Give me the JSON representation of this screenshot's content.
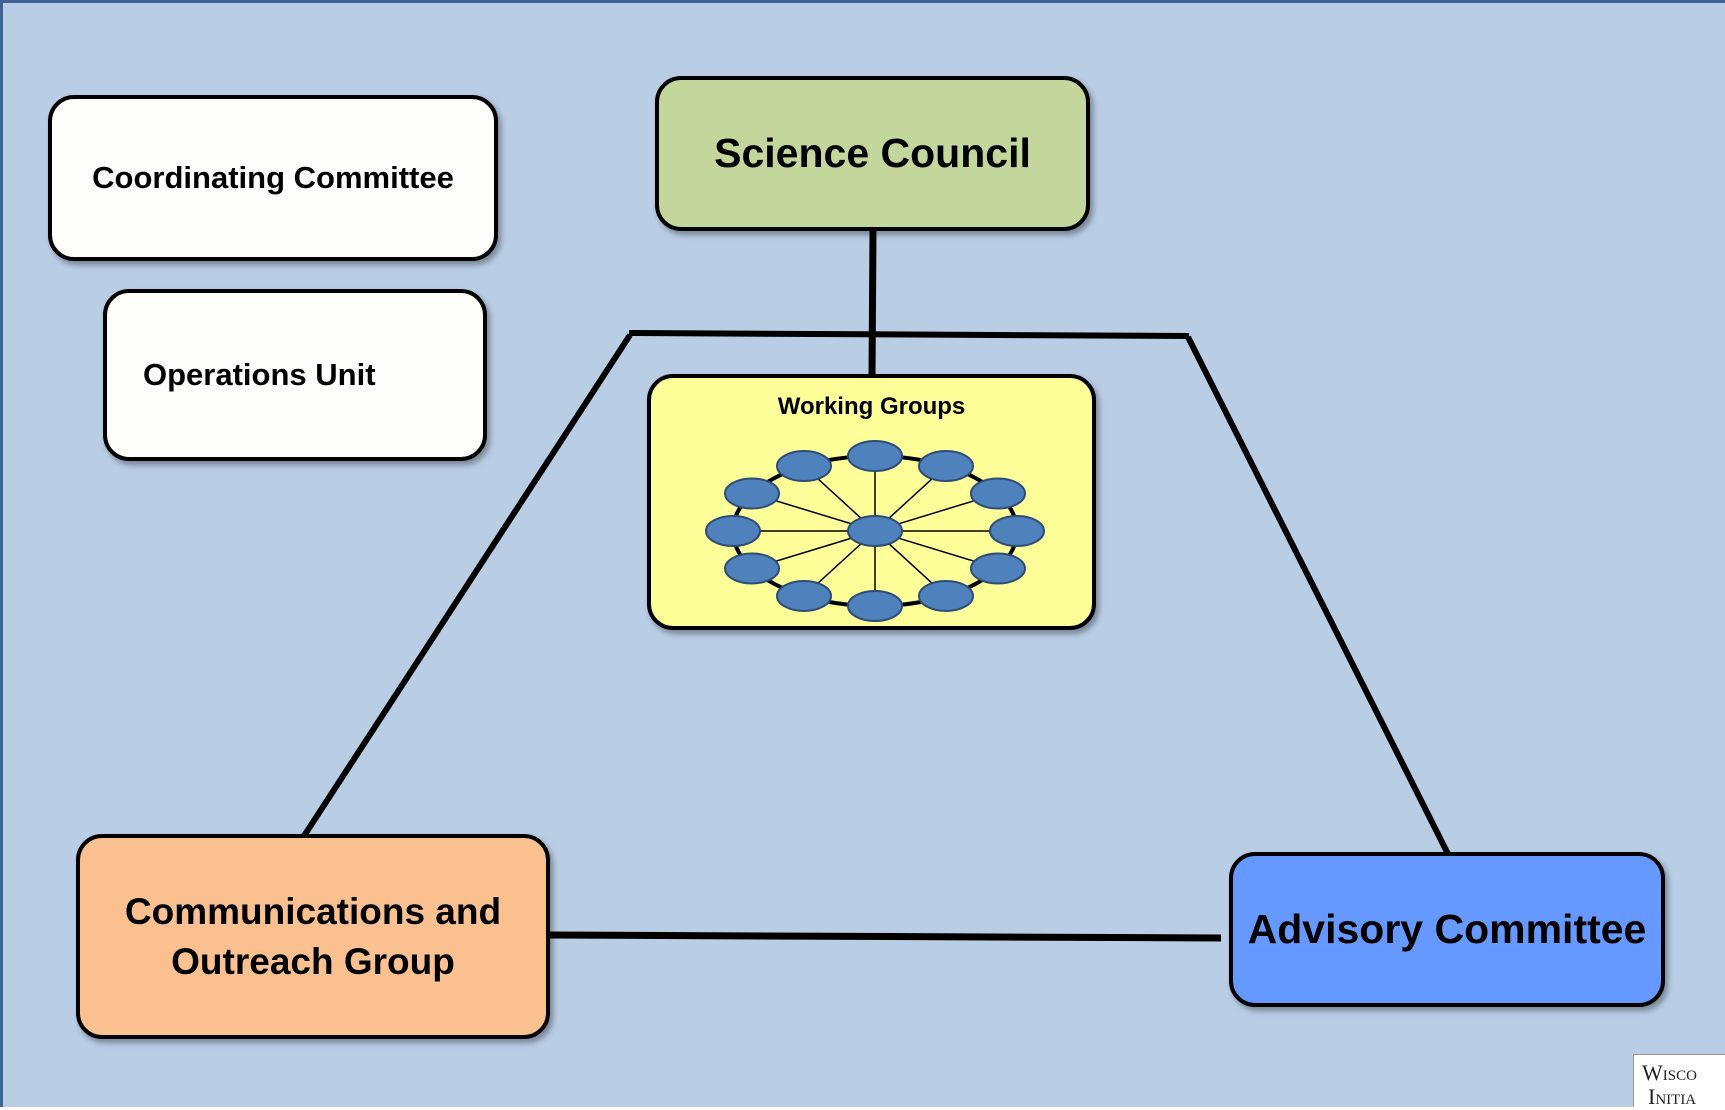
{
  "diagram": {
    "nodes": {
      "coordinating_committee": "Coordinating Committee",
      "operations_unit": "Operations Unit",
      "science_council": "Science Council",
      "working_groups": "Working Groups",
      "communications_outreach": {
        "line1": "Communications and",
        "line2": "Outreach Group"
      },
      "advisory_committee": "Advisory Committee"
    },
    "working_group_network": {
      "outer_members": 12,
      "hub": 1
    },
    "edges": [
      [
        "science_council",
        "working_groups"
      ],
      [
        "science_council",
        "communications_outreach"
      ],
      [
        "science_council",
        "advisory_committee"
      ],
      [
        "communications_outreach",
        "advisory_committee"
      ]
    ],
    "colors": {
      "background": "#b9cde5",
      "science_council": "#c3d69b",
      "working_groups": "#ffff99",
      "communications_outreach": "#fac090",
      "advisory_committee": "#6699ff",
      "plain_box": "#fdfdfc",
      "node_ellipse": "#4f81bd"
    }
  },
  "branding": {
    "line1": "Wisco",
    "line2": "Initia"
  }
}
